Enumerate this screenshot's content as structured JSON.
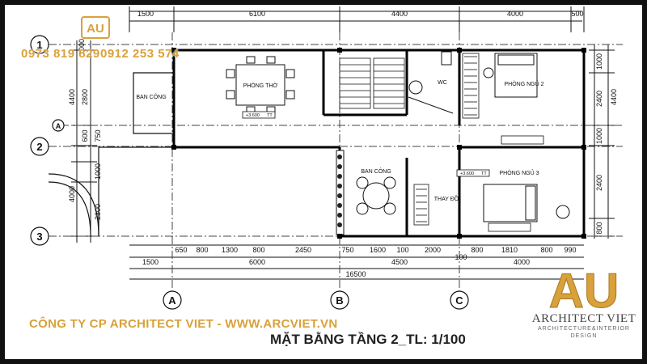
{
  "top_dims": [
    "1500",
    "6100",
    "4400",
    "4000",
    "500"
  ],
  "left_dims": [
    "1000",
    "4400",
    "2800",
    "600",
    "750",
    "1000",
    "4000",
    "2300"
  ],
  "right_dims": [
    "1000",
    "2400",
    "4400",
    "1000",
    "2400",
    "800"
  ],
  "bottom_dims_row1": [
    "650",
    "800",
    "1300",
    "800",
    "2450",
    "750",
    "1600",
    "100",
    "2000",
    "800",
    "1810",
    "800",
    "990"
  ],
  "bottom_dims_row2": [
    "1500",
    "6000",
    "4500",
    "100",
    "4000"
  ],
  "total_dim": "16500",
  "grid_rows": [
    "1",
    "A",
    "2",
    "3"
  ],
  "grid_cols": [
    "A",
    "B",
    "C"
  ],
  "rooms": {
    "phong_tho": "PHÒNG THỜ",
    "ban_cong_left": "BAN CÔNG",
    "wc": "WC",
    "phong_ngu_2": "PHÒNG NGỦ 2",
    "ban_cong_center": "BAN CÔNG",
    "phong_ngu_3": "PHÒNG NGỦ 3",
    "thay_do": "THAY ĐỒ"
  },
  "level_tags": [
    "+3.600",
    "+3.600"
  ],
  "level_unit": "TT",
  "watermark": {
    "logo_text": "AU",
    "phones": [
      "0973 819 829",
      "0912 253 574"
    ]
  },
  "footer": {
    "company": "CÔNG TY CP ARCHITECT VIET - WWW.ARCVIET.VN",
    "drawing_title": "MẶT BẰNG TẦNG 2_TL: 1/100"
  },
  "brand": {
    "logo_text": "AU",
    "name": "ARCHITECT VIET",
    "tagline": "ARCHITECTURE&INTERIOR",
    "sub": "DESIGN"
  },
  "colors": {
    "gold": "#d9a13a",
    "line": "#111111",
    "wall": "#000000"
  }
}
